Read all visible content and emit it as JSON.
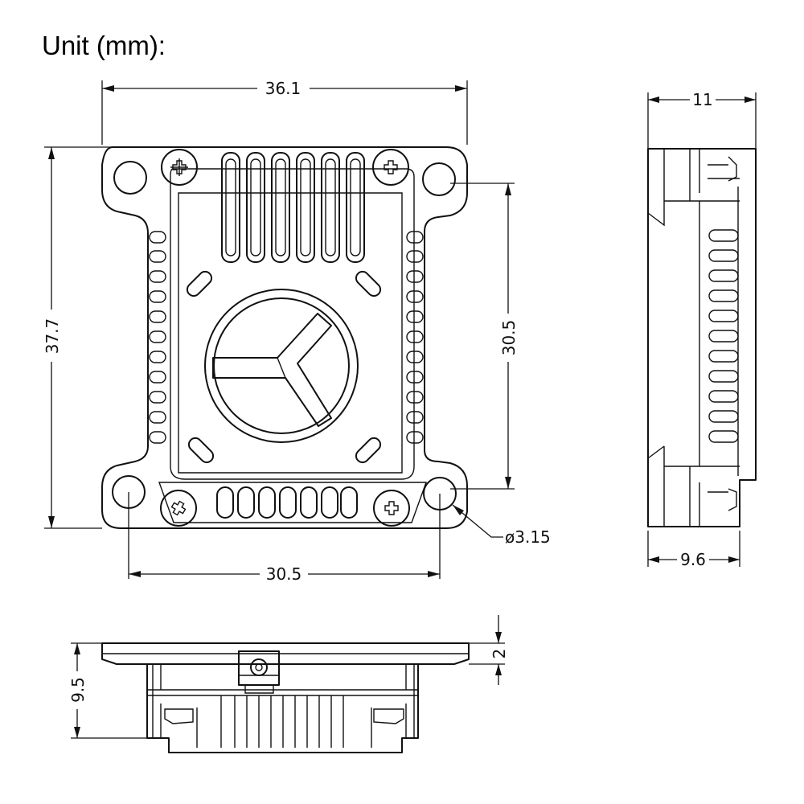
{
  "title": "Unit (mm):",
  "dimensions": {
    "top_width": "36.1",
    "height": "37.7",
    "mount_vertical": "30.5",
    "mount_horizontal": "30.5",
    "hole_diameter": "ø3.15",
    "side_width": "11",
    "side_inner_width": "9.6",
    "bottom_height": "9.5",
    "flange_thickness": "2"
  },
  "colors": {
    "line": "#111111",
    "background": "#ffffff"
  }
}
